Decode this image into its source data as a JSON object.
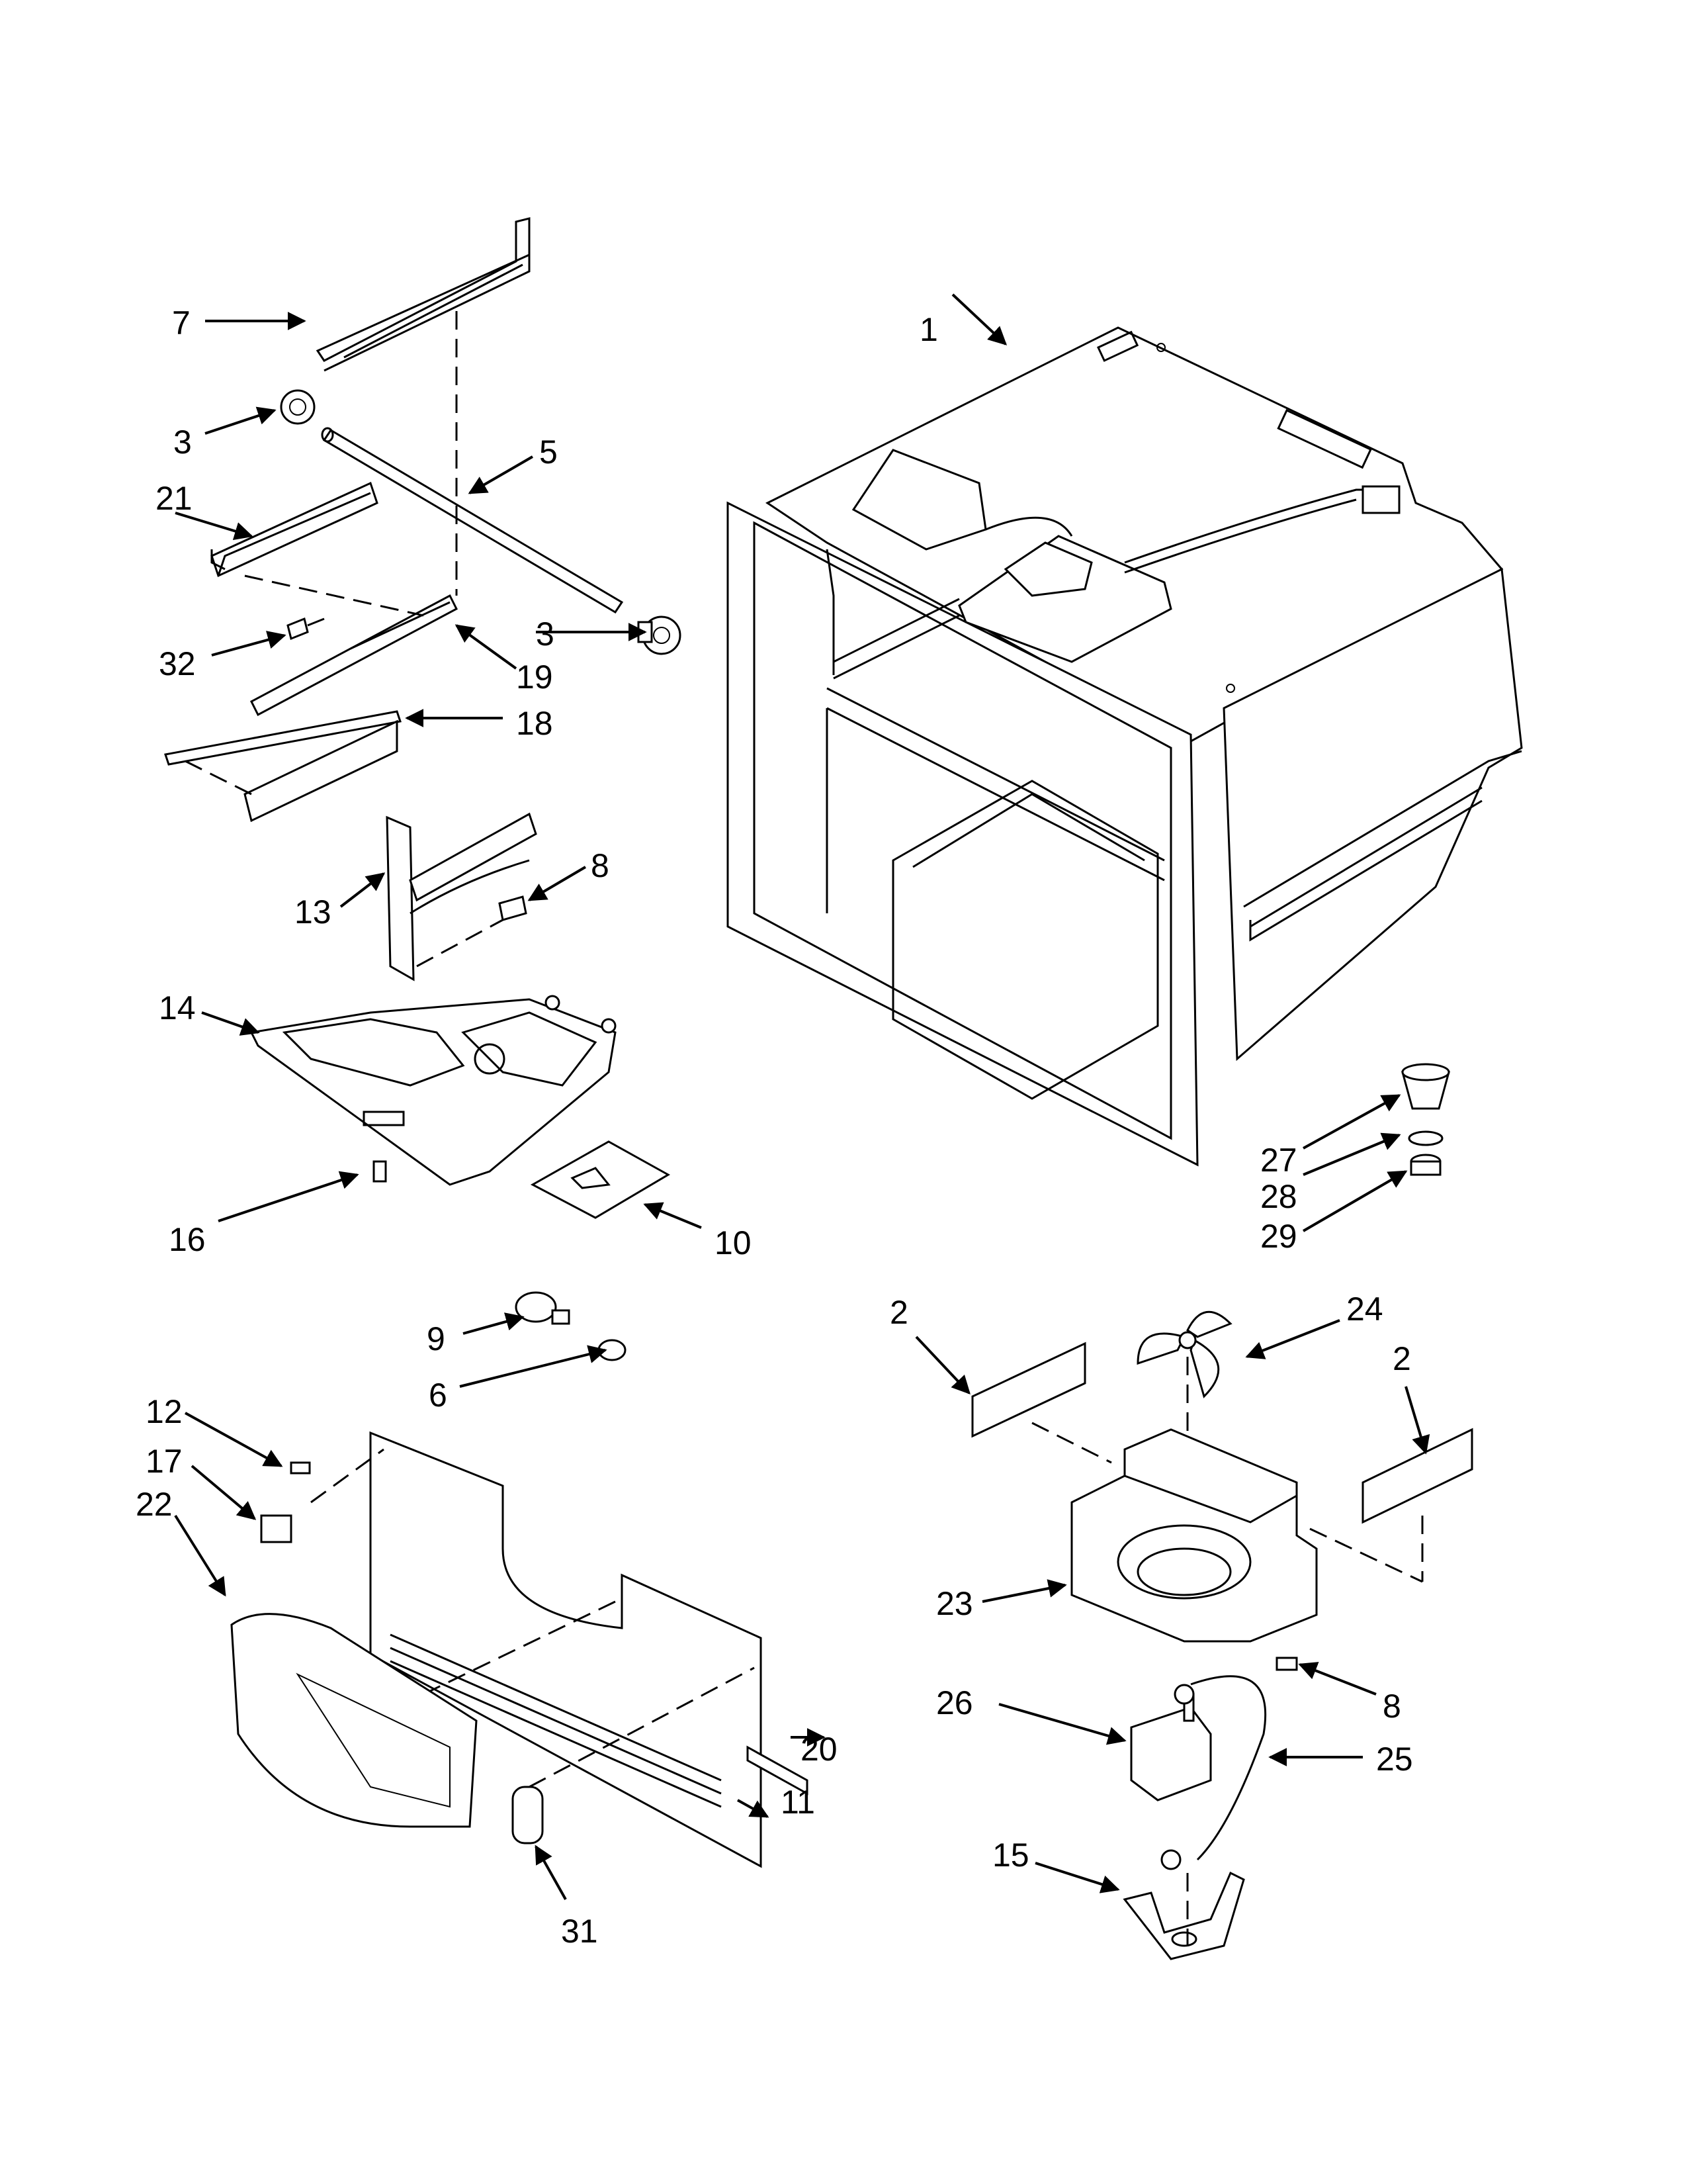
{
  "callouts": [
    {
      "id": "c1",
      "label": "1"
    },
    {
      "id": "c2a",
      "label": "2"
    },
    {
      "id": "c2b",
      "label": "2"
    },
    {
      "id": "c3a",
      "label": "3"
    },
    {
      "id": "c3b",
      "label": "3"
    },
    {
      "id": "c5",
      "label": "5"
    },
    {
      "id": "c6",
      "label": "6"
    },
    {
      "id": "c7",
      "label": "7"
    },
    {
      "id": "c8a",
      "label": "8"
    },
    {
      "id": "c8b",
      "label": "8"
    },
    {
      "id": "c9",
      "label": "9"
    },
    {
      "id": "c10",
      "label": "10"
    },
    {
      "id": "c11",
      "label": "11"
    },
    {
      "id": "c12",
      "label": "12"
    },
    {
      "id": "c13",
      "label": "13"
    },
    {
      "id": "c14",
      "label": "14"
    },
    {
      "id": "c15",
      "label": "15"
    },
    {
      "id": "c16",
      "label": "16"
    },
    {
      "id": "c17",
      "label": "17"
    },
    {
      "id": "c18",
      "label": "18"
    },
    {
      "id": "c19",
      "label": "19"
    },
    {
      "id": "c20",
      "label": "20"
    },
    {
      "id": "c21",
      "label": "21"
    },
    {
      "id": "c22",
      "label": "22"
    },
    {
      "id": "c23",
      "label": "23"
    },
    {
      "id": "c24",
      "label": "24"
    },
    {
      "id": "c25",
      "label": "25"
    },
    {
      "id": "c26",
      "label": "26"
    },
    {
      "id": "c27",
      "label": "27"
    },
    {
      "id": "c28",
      "label": "28"
    },
    {
      "id": "c29",
      "label": "29"
    },
    {
      "id": "c31",
      "label": "31"
    },
    {
      "id": "c32",
      "label": "32"
    }
  ]
}
